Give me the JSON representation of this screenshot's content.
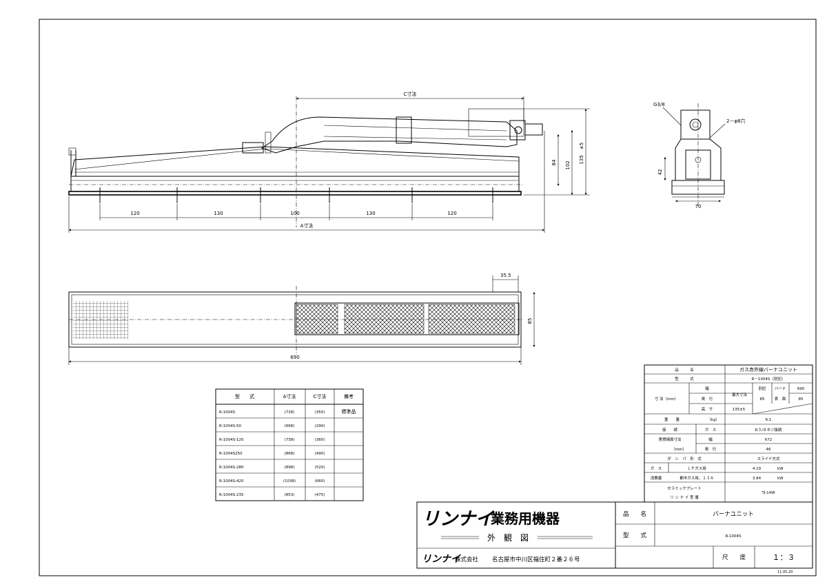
{
  "drawing": {
    "top_view": {
      "c_dim": "C寸法",
      "a_dim": "A寸法",
      "spacings": [
        "120",
        "130",
        "100",
        "130",
        "120"
      ],
      "heights": [
        "84",
        "102",
        "135",
        "±5"
      ]
    },
    "side_view": {
      "g_label": "G3/8",
      "hole_label": "2－φ8穴",
      "h42": "42",
      "w70": "70"
    },
    "plan_view": {
      "d355": "35.5",
      "d85": "85",
      "d690": "690"
    }
  },
  "model_table": {
    "headers": [
      "型　　式",
      "A寸法",
      "C寸法",
      "備考"
    ],
    "rows": [
      [
        "R-1004S",
        "(728)",
        "(350)",
        "標準品"
      ],
      [
        "R-1004S-50",
        "(668)",
        "(290)",
        ""
      ],
      [
        "R-1004S-120",
        "(738)",
        "(360)",
        ""
      ],
      [
        "R-1004S250",
        "(868)",
        "(490)",
        ""
      ],
      [
        "R-1004S-280",
        "(898)",
        "(520)",
        ""
      ],
      [
        "R-1004S-420",
        "(1038)",
        "(660)",
        ""
      ],
      [
        "R-1004S-235",
        "(853)",
        "(475)",
        ""
      ]
    ]
  },
  "spec_table": {
    "hinmei_label": "品　　　名",
    "hinmei_value": "ガス赤外線バーナユニット",
    "katashiki_label": "型　　　式",
    "katashiki_value": "R－1004S（別記）",
    "sunpo_label": "寸 法（mm）",
    "haba": "幅",
    "okuyuki": "奥　行",
    "takasa": "高　サ",
    "max_label": "最大寸法",
    "bekki": "別記",
    "burner_label": "バーナ",
    "hyomen_label": "表　面",
    "v85": "85",
    "v135": "135±5",
    "b690": "690",
    "b85": "85",
    "juryo_label": "重　　量",
    "juryo_unit": "（kg）",
    "juryo_value": "6.1",
    "setsuzoku_label": "接　　続",
    "gas_label": "ガ　ス",
    "setsuzoku_value": "R３/８ネジ接続",
    "jitsunen_label": "実燃焼面寸法",
    "jitsunen_unit": "（mm）",
    "jitsunen_haba": "幅",
    "jitsunen_haba_value": "672",
    "jitsunen_oku": "奥　行",
    "jitsunen_oku_value": "46",
    "damper_label": "ダ　ン　パ　形　式",
    "damper_value": "スライド方式",
    "gasu_label": "ガ　ス",
    "lp_label": "ＬＰガス用",
    "lp_value": "4.19",
    "lp_unit": "kW",
    "shohi_label": "消費量",
    "toshi_label": "都市ガス用，１３Ａ",
    "toshi_value": "3.84",
    "toshi_unit": "kW",
    "ceramic_label": "セラミックプレート",
    "rinnai_kata": "リ ン ナ イ 型 番",
    "ceramic_value": "TJ-14W"
  },
  "title_block": {
    "logo": "リンナイ",
    "division": "業務用機器",
    "drawing_name": "外　観　図",
    "company_logo": "リンナイ",
    "company": "株式会社",
    "address": "名古屋市中川区福住町２番２６号",
    "hinmei_label": "品　　名",
    "hinmei_value": "バーナユニット",
    "katashiki_label": "型　　式",
    "katashiki_value": "R-1004S",
    "scale_label": "尺　　度",
    "scale_value": "１：３",
    "date": "11.05.20"
  }
}
